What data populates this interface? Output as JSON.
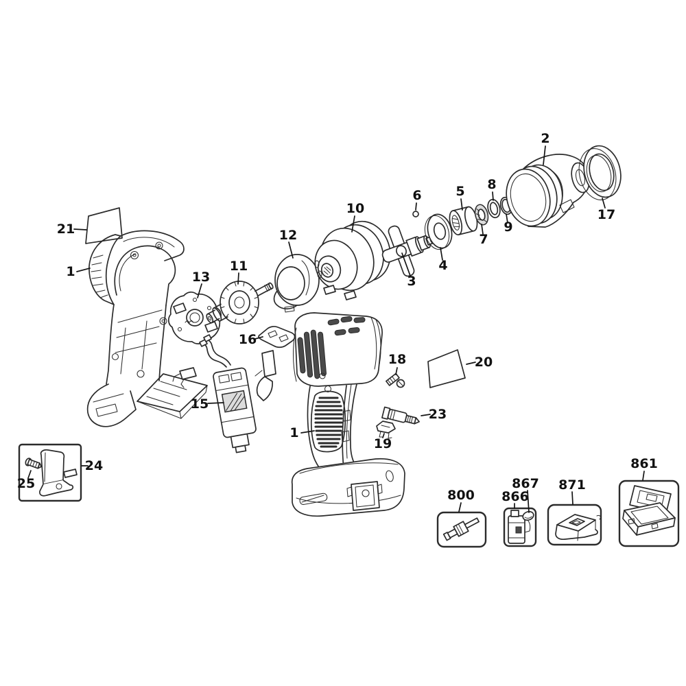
{
  "diagram": {
    "background": "#ffffff",
    "ink_color": "#2b2b2b",
    "callouts": [
      {
        "id": "part-2",
        "label": "2"
      },
      {
        "id": "part-17",
        "label": "17"
      },
      {
        "id": "part-8",
        "label": "8"
      },
      {
        "id": "part-9",
        "label": "9"
      },
      {
        "id": "part-7",
        "label": "7"
      },
      {
        "id": "part-5",
        "label": "5"
      },
      {
        "id": "part-6",
        "label": "6"
      },
      {
        "id": "part-4",
        "label": "4"
      },
      {
        "id": "part-3",
        "label": "3"
      },
      {
        "id": "part-10",
        "label": "10"
      },
      {
        "id": "part-12",
        "label": "12"
      },
      {
        "id": "part-11",
        "label": "11"
      },
      {
        "id": "part-13",
        "label": "13"
      },
      {
        "id": "part-21",
        "label": "21"
      },
      {
        "id": "part-1-left",
        "label": "1"
      },
      {
        "id": "part-16",
        "label": "16"
      },
      {
        "id": "part-15",
        "label": "15"
      },
      {
        "id": "part-18",
        "label": "18"
      },
      {
        "id": "part-20",
        "label": "20"
      },
      {
        "id": "part-23",
        "label": "23"
      },
      {
        "id": "part-19",
        "label": "19"
      },
      {
        "id": "part-1-right",
        "label": "1"
      },
      {
        "id": "part-24",
        "label": "24"
      },
      {
        "id": "part-25",
        "label": "25"
      },
      {
        "id": "part-800",
        "label": "800"
      },
      {
        "id": "part-866",
        "label": "866"
      },
      {
        "id": "part-867",
        "label": "867"
      },
      {
        "id": "part-871",
        "label": "871"
      },
      {
        "id": "part-861",
        "label": "861"
      }
    ]
  }
}
